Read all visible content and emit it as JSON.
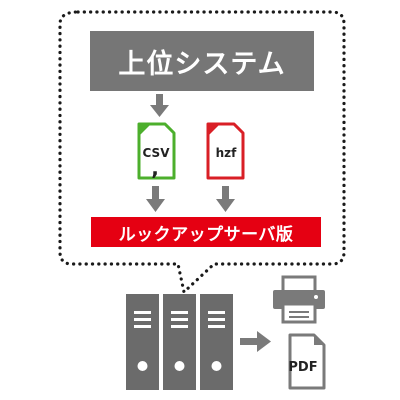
{
  "upper_system": {
    "label": "上位システム"
  },
  "files": {
    "csv": {
      "label": "CSV",
      "color": "#4caf2c"
    },
    "hzf": {
      "label": "hzf",
      "color": "#d91f26"
    }
  },
  "lookup_server": {
    "label": "ルックアップサーバ版",
    "color": "#e50012"
  },
  "outputs": {
    "pdf": {
      "label": "PDF"
    }
  },
  "colors": {
    "dark_gray": "#767676",
    "arrow_gray": "#7a7a7a",
    "server_gray": "#6b6b6b",
    "dotted_border": "#1a1a1a"
  }
}
